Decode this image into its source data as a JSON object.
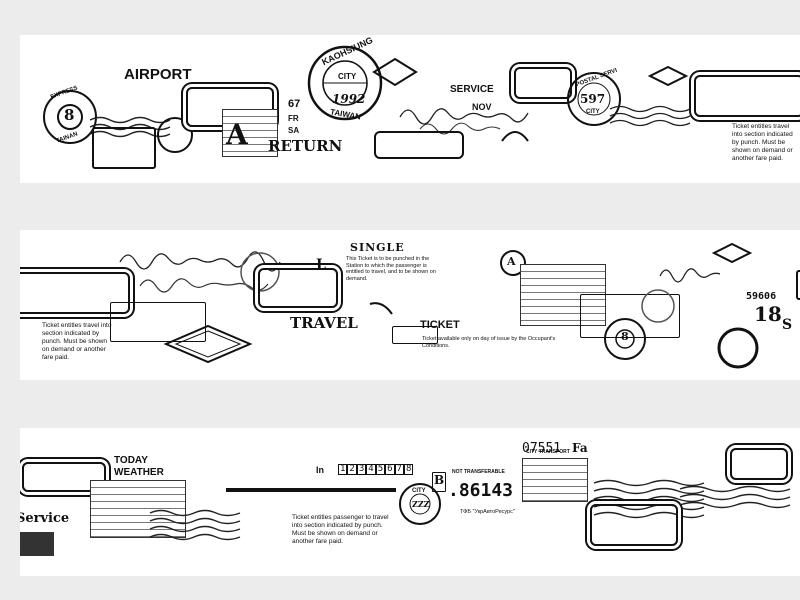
{
  "strip1": {
    "airport": "AIRPORT",
    "a_letter": "A",
    "return_word": "RETURN",
    "number_67": "67",
    "fr": "FR",
    "sa": "SA",
    "stamp_8": "8",
    "stamp_8_top": "EXPRESS",
    "stamp_8_bottom": "TAINAN",
    "kaohsiung_top": "KAOHSIUNG",
    "kaohsiung_city": "CITY",
    "kaohsiung_year": "1992",
    "kaohsiung_bottom": "TAIWAN",
    "service": "SERVICE",
    "nov": "NOV",
    "stamp_597": "597",
    "stamp_597_top": "POSTAL SERVI",
    "stamp_597_city": "CITY",
    "ticket_text": "Ticket entitles travel into section indicated by punch. Must be shown on demand or another fare paid."
  },
  "strip2": {
    "single": "SINGLE",
    "single_small": "This Ticket is to be punched in the Station to which the passenger is entitled to travel, and to be shown on demand.",
    "travel": "TRAVEL",
    "ticket": "TICKET",
    "l_letter": "L",
    "a_circle": "A",
    "stamp_8": "8",
    "number_59606": "59606",
    "number_18": "18",
    "s_letter": "S",
    "ticket_text": "Ticket entitles travel into section indicated by punch. Must be shown on demand or another fare paid.",
    "ticket_small": "Ticket available only on day of issue by the Occupant's Conditions."
  },
  "strip3": {
    "today": "TODAY",
    "weather": "WEATHER",
    "service": "Service",
    "in_label": "In",
    "digits": [
      "1",
      "2",
      "3",
      "4",
      "5",
      "6",
      "7",
      "8"
    ],
    "number_07551": "07551",
    "fa": "Fa",
    "number_86143": ".86143",
    "b_letter": "B",
    "not_transferable": "NOT TRANSFERABLE",
    "city_transport": "CITY TRANSPORT",
    "stamp_top": "CITY",
    "stamp_num": "ZZZ",
    "footer_small": "ТФБ \"УкрАвтоРесурс\"",
    "ticket_text": "Ticket entitles passenger to travel into section indicated by punch. Must be shown on demand or another fare paid."
  }
}
